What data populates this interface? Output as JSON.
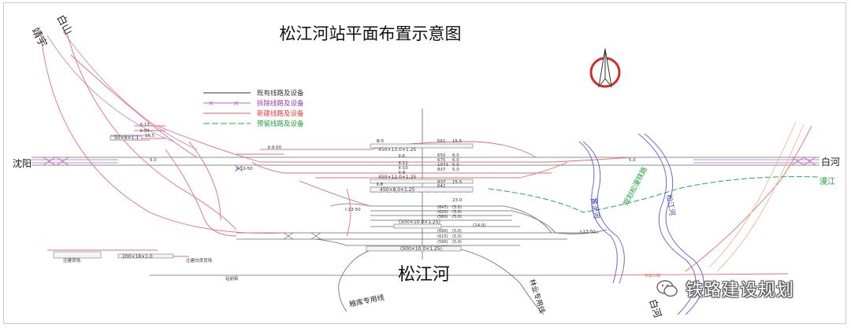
{
  "title": "松江河站平面布置示意图",
  "station_name": "松江河",
  "directions": {
    "baishan": "白山",
    "jingyu": "靖宇",
    "shenyang": "沈阳",
    "baihe_east": "白河",
    "baihe_south": "白河",
    "manjiang": "漫江"
  },
  "rivers": {
    "left": "黄泥河",
    "right": "松江河"
  },
  "planned_railway": "规划松漫铁路",
  "legend": [
    {
      "label": "既有线路及设备",
      "color": "#333333"
    },
    {
      "label": "拆除线路及设备",
      "color": "#9b3bb5"
    },
    {
      "label": "新建线路及设备",
      "color": "#e23b3b"
    },
    {
      "label": "预留线路及设备",
      "color": "#19a33a"
    }
  ],
  "colors": {
    "existing": "#555555",
    "removed": "#b86bc8",
    "new": "#e06060",
    "reserved": "#2aa84a",
    "river": "#6a6ad8",
    "compass": "#d42a2a"
  },
  "facilities": {
    "yard_left": "迁建货场",
    "yard_mid": "迁建白货货场",
    "station_yard": "站前街",
    "grain_line": "粮库专用线",
    "forest_line": "林业专用线",
    "road_right": "京建公路"
  },
  "platforms": {
    "p1": "450×13.0×1.25",
    "p2": "450×12.0×1.25",
    "p3": "450×8.0×1.25",
    "p4": "(500×10.0×1.25)",
    "p5": "(500×10.0×1.25)",
    "p6": "200×18×1.0",
    "p7": "50×8×1.1"
  },
  "track_labels": {
    "t_a": "Ⅲ-5",
    "t_b": "Ⅱ-6",
    "t_c": "Ⅱ-11",
    "t_d": "Ⅱ-10",
    "t_e": "Ⅱ-9",
    "t_f": "Ⅱ-8",
    "t_g": "Ⅱ-13",
    "t_h": "Ⅱ-50",
    "t_i": "Ⅱ-9-50",
    "t_j": "Ⅱ-10-50",
    "t_k": "I-13-50",
    "t_l": "I-13-50",
    "t_m": "5.0",
    "t_n": "5.0",
    "t_o": "16.5"
  },
  "lengths": {
    "l1": "661",
    "l2": "650",
    "l3": "675",
    "l4": "1071",
    "l5": "837",
    "l6": "837",
    "l7": "642",
    "v1": "15.5",
    "v2": "6.0",
    "v3": "6.0",
    "v4": "5.0",
    "v5": "5.0",
    "v6": "15.5",
    "v7": "23.0",
    "v8": "(14.0)"
  },
  "sidings": {
    "s1": "(647)",
    "s2": "(620)",
    "s3": "(580)",
    "s4": "(690)",
    "s5": "(615)",
    "s6": "(590)",
    "u1": "(5.0)",
    "u2": "(5.0)",
    "u3": "(5.0)",
    "u4": "(5.0)",
    "u5": "(5.0)",
    "u6": "(5.0)"
  },
  "watermark": "铁路建设规划"
}
